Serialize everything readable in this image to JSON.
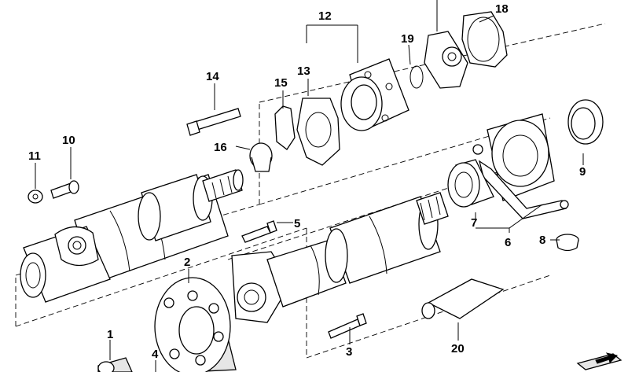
{
  "callouts": {
    "c1": "1",
    "c2": "2",
    "c3": "3",
    "c4": "4",
    "c5": "5",
    "c6": "6",
    "c7": "7",
    "c8": "8",
    "c9": "9",
    "c10": "10",
    "c11": "11",
    "c12": "12",
    "c13": "13",
    "c14": "14",
    "c15": "15",
    "c16": "16",
    "c18": "18",
    "c19": "19",
    "c20": "20"
  },
  "icons": {
    "corner": "arrow-icon"
  }
}
